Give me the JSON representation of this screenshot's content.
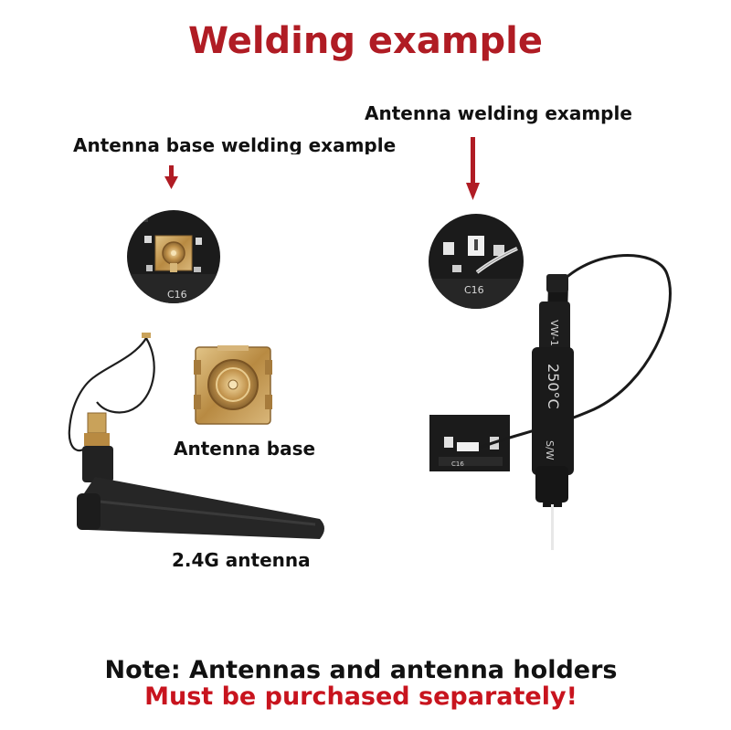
{
  "title": "Welding example",
  "captions": {
    "base_welding": "Antenna base welding example",
    "antenna_welding": "Antenna welding example",
    "antenna_base": "Antenna base",
    "antenna_2_4g": "2.4G antenna"
  },
  "pcb_labels": {
    "left_closeup": "C16",
    "right_closeup": "C16",
    "right_board": "C16"
  },
  "cable_print": {
    "top": "VW-1",
    "middle": "250°C",
    "bottom": "S/W"
  },
  "note": {
    "line1": "Note: Antennas and antenna holders",
    "line2": "Must be purchased separately!"
  },
  "colors": {
    "title_red": "#b01c24",
    "arrow_red": "#b01c24",
    "note_red": "#c8141e",
    "text_black": "#111111",
    "pcb_dark": "#1b1b1b",
    "gold": "#c9a25a"
  }
}
